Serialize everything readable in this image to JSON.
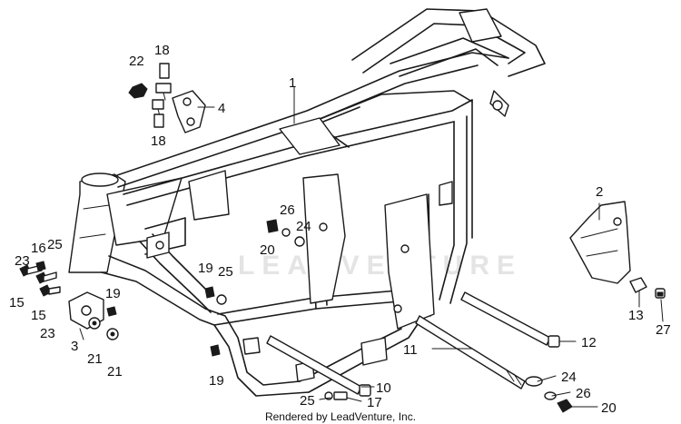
{
  "watermark": "LEADVENTURE",
  "credit": "Rendered by LeadVenture, Inc.",
  "callouts": {
    "c1": "1",
    "c2": "2",
    "c4": "4",
    "c3": "3",
    "c10": "10",
    "c11": "11",
    "c12": "12",
    "c13": "13",
    "c15a": "15",
    "c15b": "15",
    "c16": "16",
    "c17": "17",
    "c18a": "18",
    "c18b": "18",
    "c19a": "19",
    "c19b": "19",
    "c19c": "19",
    "c20a": "20",
    "c20b": "20",
    "c21a": "21",
    "c21b": "21",
    "c22": "22",
    "c23a": "23",
    "c23b": "23",
    "c24a": "24",
    "c24b": "24",
    "c25a": "25",
    "c25b": "25",
    "c25c": "25",
    "c26a": "26",
    "c26b": "26",
    "c27": "27"
  }
}
